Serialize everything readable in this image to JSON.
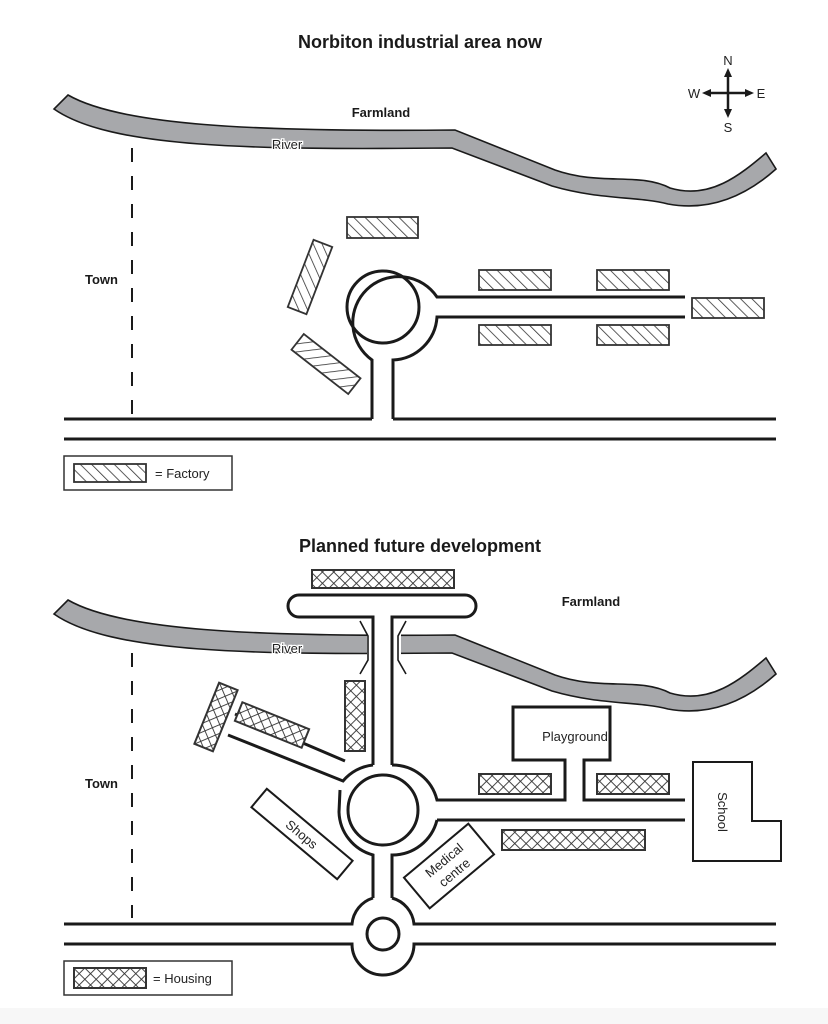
{
  "maps": [
    {
      "title": "Norbiton industrial area now",
      "labels": {
        "farmland": "Farmland",
        "river": "River",
        "town": "Town"
      },
      "compass": {
        "n": "N",
        "s": "S",
        "e": "E",
        "w": "W"
      },
      "legend": {
        "symbol": "factory-hatch",
        "text": "= Factory"
      },
      "features": {
        "factories": 8,
        "roundabouts": 1
      }
    },
    {
      "title": "Planned future development",
      "labels": {
        "farmland": "Farmland",
        "river": "River",
        "town": "Town",
        "playground": "Playground",
        "school": "School",
        "shops": "Shops",
        "medical_line1": "Medical",
        "medical_line2": "centre"
      },
      "legend": {
        "symbol": "housing-crosshatch",
        "text": "= Housing"
      },
      "features": {
        "housing_blocks": 7,
        "roundabouts": 2,
        "bridge": true
      }
    }
  ]
}
